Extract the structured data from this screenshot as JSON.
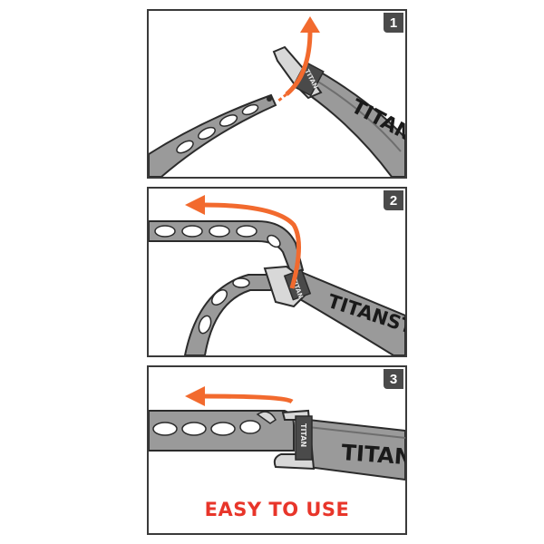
{
  "steps": [
    {
      "number": "1",
      "strap_text": "TITAN"
    },
    {
      "number": "2",
      "strap_text": "TITANST"
    },
    {
      "number": "3",
      "strap_text": "TITAN"
    }
  ],
  "tagline": "EASY TO USE",
  "buckle_text": "TITAN",
  "colors": {
    "strap": "#9a9a9a",
    "strap_dark": "#6e6e6e",
    "outline": "#2b2b2b",
    "arrow": "#f26a2e",
    "tagline": "#e8352a",
    "badge": "#4a4a4a",
    "buckle": "#d8d8d8"
  },
  "icons": [
    "strap-icon",
    "buckle-icon",
    "arrow-icon"
  ]
}
